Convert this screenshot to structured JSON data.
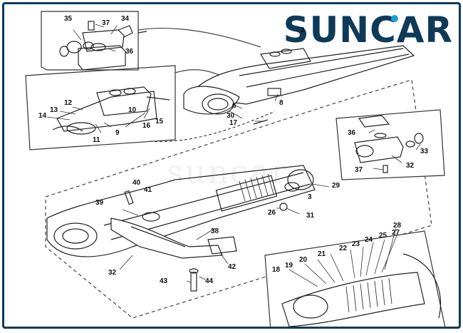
{
  "brand": {
    "logo_prefix": "SUN",
    "logo_c": "C",
    "logo_suffix": "AR",
    "color": "#0e3a5a",
    "accent": "#1aa0d8"
  },
  "watermark": "suncar",
  "callouts": {
    "c3a": "3",
    "c3b": "3",
    "c6": "6",
    "c8": "8",
    "c9": "9",
    "c10": "10",
    "c11": "11",
    "c12": "12",
    "c13": "13",
    "c14": "14",
    "c15": "15",
    "c16": "16",
    "c17": "17",
    "c18": "18",
    "c19": "19",
    "c20": "20",
    "c21": "21",
    "c22": "22",
    "c23": "23",
    "c24": "24",
    "c25": "25",
    "c26": "26",
    "c27": "27",
    "c28": "28",
    "c29": "29",
    "c30": "30",
    "c31": "31",
    "c32a": "32",
    "c32b": "32",
    "c33": "33",
    "c34": "34",
    "c35": "35",
    "c36a": "36",
    "c36b": "36",
    "c37a": "37",
    "c37b": "37",
    "c38": "38",
    "c39": "39",
    "c40": "40",
    "c41": "41",
    "c42": "42",
    "c43": "43",
    "c44": "44"
  }
}
